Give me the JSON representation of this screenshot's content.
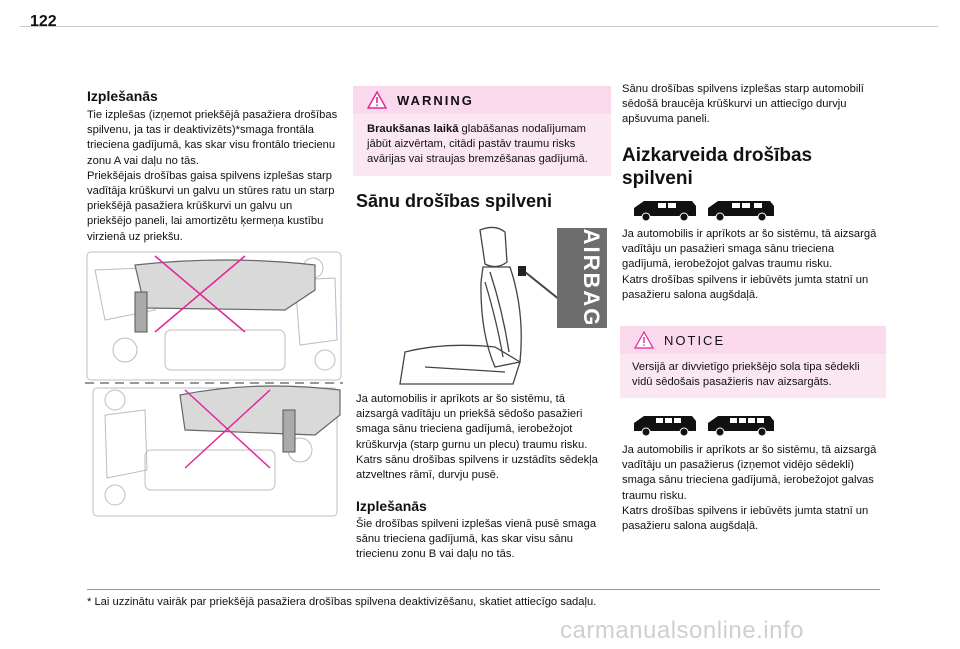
{
  "page": {
    "number": "122"
  },
  "col1": {
    "heading": "Izplešanās",
    "para1": "Tie izplešas (izņemot priekšējā pasažiera drošības spilvenu, ja tas ir deaktivizēts)*smaga frontāla trieciena gadījumā, kas skar visu frontālo triecienu zonu A vai daļu no tās.",
    "para2": "Priekšējais drošības gaisa spilvens izplešas starp vadītāja krūškurvi un galvu un stūres ratu un starp priekšējā pasažiera krūškurvi un galvu un priekšējo paneli, lai amortizētu ķermeņa kustību virzienā uz priekšu."
  },
  "col2": {
    "warning_title": "WARNING",
    "warning_text_bold": "Braukšanas laikā",
    "warning_text": " glabāšanas nodalījumam jābūt aizvērtam, citādi pastāv traumu risks avārijas vai straujas bremzēšanas gadījumā.",
    "section_title": "Sānu drošības spilveni",
    "airbag_label": "AIRBAG",
    "para1": "Ja automobilis ir aprīkots ar šo sistēmu, tā aizsargā vadītāju un priekšā sēdošo pasažieri smaga sānu trieciena gadījumā, ierobežojot krūškurvja (starp gurnu un plecu) traumu risku.",
    "para2": "Katrs sānu drošības spilvens ir uzstādīts sēdekļa atzveltnes rāmī, durvju pusē.",
    "heading2": "Izplešanās",
    "para3": "Šie drošības spilveni izplešas vienā pusē smaga sānu trieciena gadījumā, kas skar visu sānu triecienu zonu B vai daļu no tās."
  },
  "col3": {
    "para0": "Sānu drošības spilvens izplešas starp automobilī sēdošā braucēja krūškurvi un attiecīgo durvju apšuvuma paneli.",
    "section_title": "Aizkarveida drošības spilveni",
    "para1": "Ja automobilis ir aprīkots ar šo sistēmu, tā aizsargā vadītāju un pasažieri smaga sānu trieciena gadījumā, ierobežojot galvas traumu risku.",
    "para2": "Katrs drošības spilvens ir iebūvēts jumta statnī un pasažieru salona augšdaļā.",
    "notice_title": "NOTICE",
    "notice_text": "Versijā ar divvietīgo priekšējo sola tipa sēdekli vidū sēdošais pasažieris nav aizsargāts.",
    "para3": "Ja automobilis ir aprīkots ar šo sistēmu, tā aizsargā vadītāju un pasažierus (izņemot vidējo sēdekli) smaga sānu trieciena gadījumā, ierobežojot galvas traumu risku.",
    "para4": "Katrs drošības spilvens ir iebūvēts jumta statnī un pasažieru salona augšdaļā."
  },
  "footnote": "* Lai uzzinātu vairāk par priekšējā pasažiera drošības spilvena deaktivizēšanu, skatiet attiecīgo sadaļu.",
  "watermark": "carmanualsonline.info",
  "colors": {
    "warning_bg": "#fbd9ec",
    "warning_body_bg": "#fbe7f2",
    "cross": "#e3279a",
    "airbag_bg": "#6d6d6d"
  }
}
